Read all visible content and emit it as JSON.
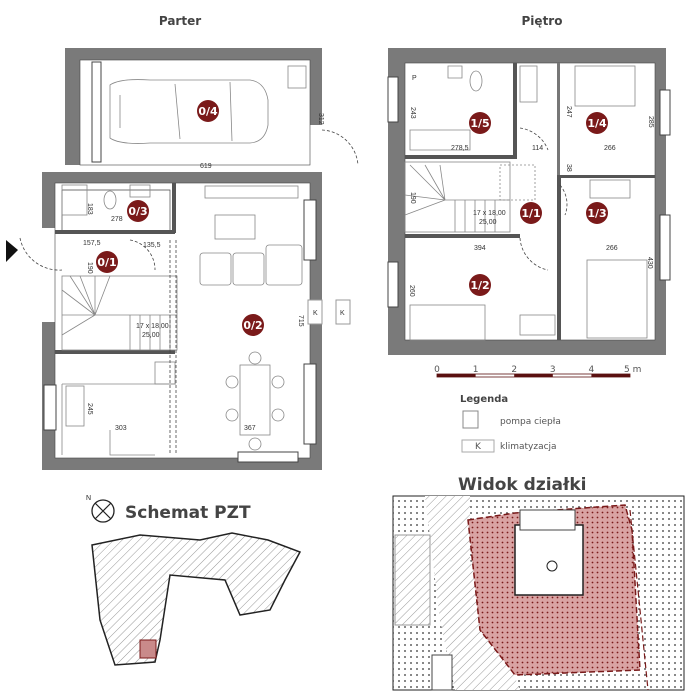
{
  "plans": {
    "ground_title": "Parter",
    "upper_title": "Piętro"
  },
  "rooms": {
    "r04": "0/4",
    "r03": "0/3",
    "r01": "0/1",
    "r02": "0/2",
    "r15": "1/5",
    "r14": "1/4",
    "r11": "1/1",
    "r13": "1/3",
    "r12": "1/2"
  },
  "ground_dims": {
    "d312": "312",
    "d619": "619",
    "d183": "183",
    "d278": "278",
    "d1575": "157,5",
    "d1355": "135,5",
    "d190": "190",
    "stairs1": "17 x 18,00",
    "stairs2": "25,00",
    "d715": "715",
    "d245": "245",
    "d303": "303",
    "d367": "367",
    "k": "K"
  },
  "upper_dims": {
    "d243": "243",
    "d2785": "278,5",
    "d114": "114",
    "d266a": "266",
    "d247": "247",
    "d285": "285",
    "d38": "38",
    "d190": "190",
    "stairs1": "17 x 18,00",
    "stairs2": "25,00",
    "d394": "394",
    "d266b": "266",
    "d430": "430",
    "d260": "260",
    "p": "P"
  },
  "scale": {
    "ticks": [
      "0",
      "1",
      "2",
      "3",
      "4",
      "5 m"
    ]
  },
  "legend": {
    "title": "Legenda",
    "heat_pump": "pompa ciepła",
    "ac_symbol": "K",
    "ac": "klimatyzacja"
  },
  "pzt": {
    "title": "Schemat PZT"
  },
  "plot": {
    "title": "Widok działki"
  },
  "colors": {
    "accent": "#7a1a1a",
    "wall": "#7a7a7a",
    "plot": "#c98a8a"
  }
}
